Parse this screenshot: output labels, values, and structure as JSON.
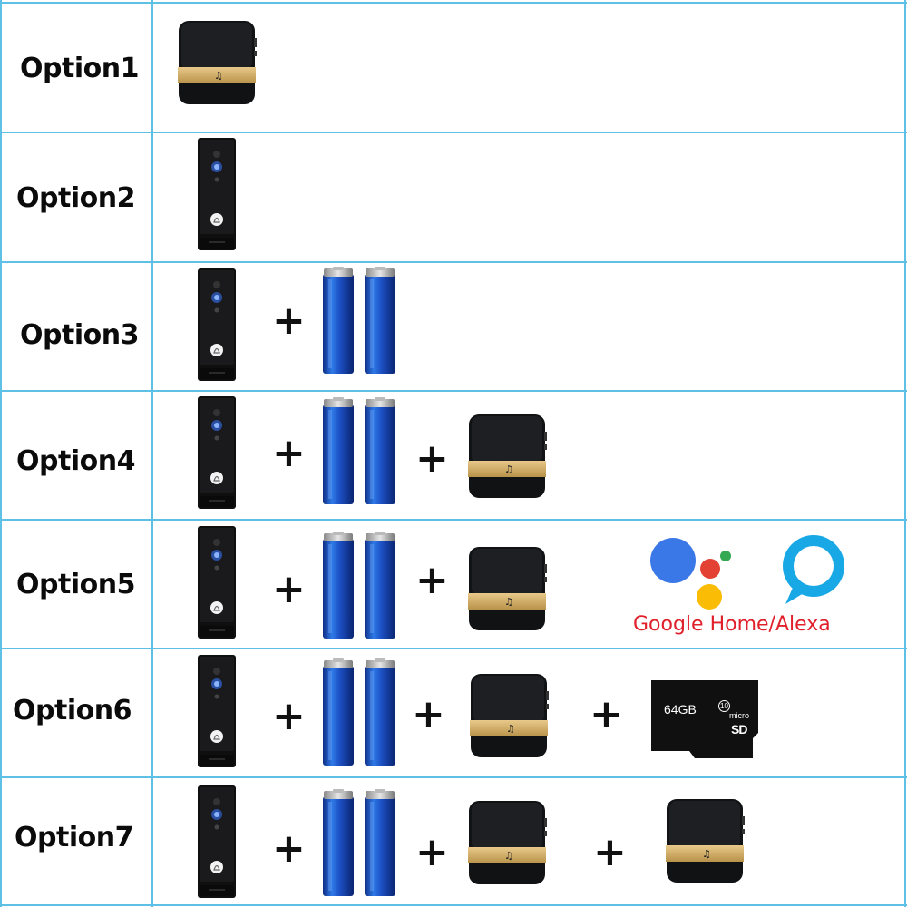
{
  "rows": [
    {
      "label": "Option1"
    },
    {
      "label": "Option2"
    },
    {
      "label": "Option3"
    },
    {
      "label": "Option4"
    },
    {
      "label": "Option5"
    },
    {
      "label": "Option6"
    },
    {
      "label": "Option7"
    }
  ],
  "plus_sign": "+",
  "assistant_logos": {
    "caption": "Google Home/Alexa"
  },
  "sd_card": {
    "capacity": "64GB",
    "brand_small": "micro",
    "class_mark": "10"
  },
  "colors": {
    "grid": "#5fc0e6",
    "accent_gold": "#d6b36a",
    "battery_blue": "#1f56c8",
    "caption_red": "#e0202a"
  }
}
